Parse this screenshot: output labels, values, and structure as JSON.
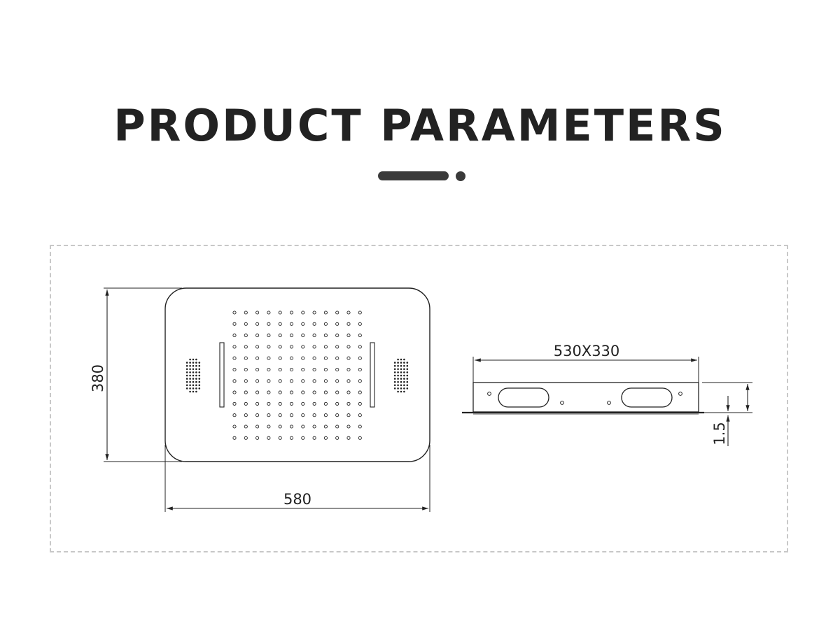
{
  "title": "PRODUCT PARAMETERS",
  "dimensions": {
    "width": "580",
    "height": "380",
    "cutout": "530X330",
    "thickness": "1.5"
  },
  "colors": {
    "title": "#222222",
    "line": "#222222",
    "frame": "#c8c8c8"
  }
}
